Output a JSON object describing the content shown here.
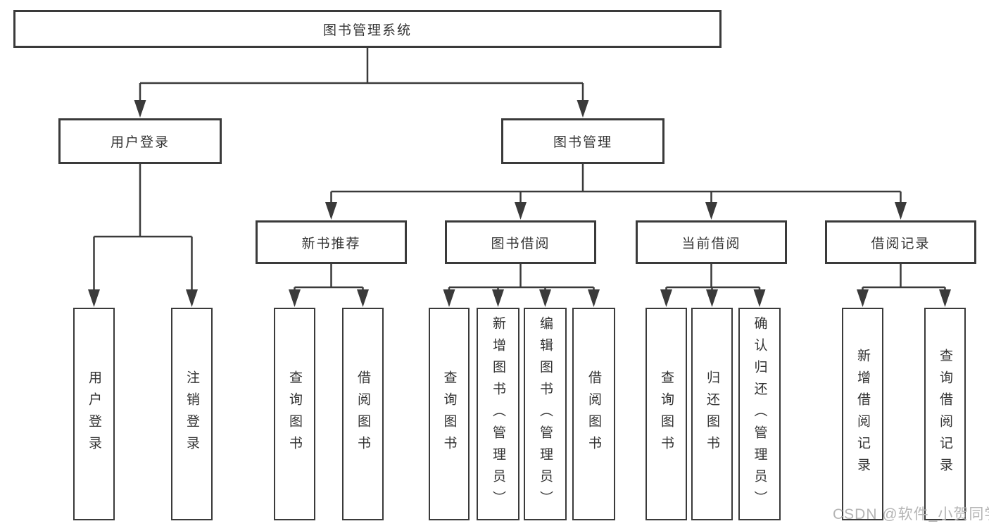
{
  "diagram": {
    "root": {
      "label": "图书管理系统"
    },
    "level2": [
      {
        "label": "用户登录"
      },
      {
        "label": "图书管理"
      }
    ],
    "level3": [
      {
        "label": "新书推荐",
        "parent": "图书管理"
      },
      {
        "label": "图书借阅",
        "parent": "图书管理"
      },
      {
        "label": "当前借阅",
        "parent": "图书管理"
      },
      {
        "label": "借阅记录",
        "parent": "图书管理"
      }
    ],
    "leaves": [
      {
        "label": "用户登录",
        "parent": "用户登录"
      },
      {
        "label": "注销登录",
        "parent": "用户登录"
      },
      {
        "label": "查询图书",
        "parent": "新书推荐"
      },
      {
        "label": "借阅图书",
        "parent": "新书推荐"
      },
      {
        "label": "查询图书",
        "parent": "图书借阅"
      },
      {
        "label": "新增图书（管理员）",
        "parent": "图书借阅"
      },
      {
        "label": "编辑图书（管理员）",
        "parent": "图书借阅"
      },
      {
        "label": "借阅图书",
        "parent": "图书借阅"
      },
      {
        "label": "查询图书",
        "parent": "当前借阅"
      },
      {
        "label": "归还图书",
        "parent": "当前借阅"
      },
      {
        "label": "确认归还（管理员）",
        "parent": "当前借阅"
      },
      {
        "label": "新增借阅记录",
        "parent": "借阅记录"
      },
      {
        "label": "查询借阅记录",
        "parent": "借阅记录"
      }
    ]
  },
  "watermark": {
    "text": "CSDN @软件_小贺同学"
  },
  "colors": {
    "line": "#3a3a3a",
    "text": "#333333",
    "watermark": "#b5b5b5",
    "background": "#ffffff"
  }
}
